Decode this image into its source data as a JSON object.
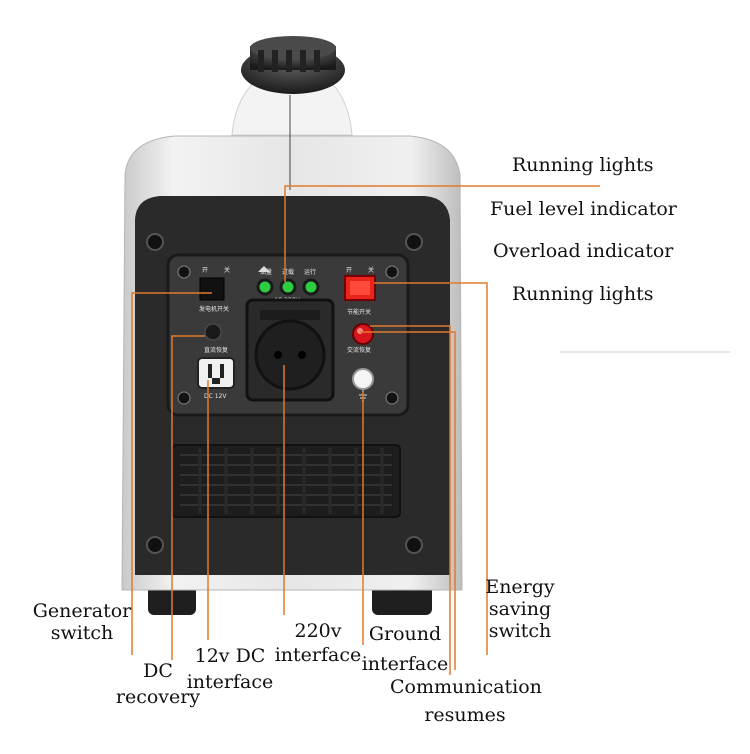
{
  "panel_text": {
    "top_left_a": "开",
    "top_left_b": "关",
    "gen_switch": "发电机开关",
    "led_a": "油量",
    "led_b": "过载",
    "led_c": "运行",
    "ac_voltage": "AC 230V",
    "top_right_a": "开",
    "top_right_b": "关",
    "energy_switch": "节能开关",
    "dc_reset": "直流恢复",
    "ac_reset": "交流恢复",
    "dc_voltage": "DC 12V"
  },
  "callouts": {
    "running_lights_top": "Running lights",
    "fuel_level": "Fuel level indicator",
    "overload": "Overload indicator",
    "running_lights_bottom": "Running lights",
    "generator_switch": [
      "Generator",
      "switch"
    ],
    "dc_recovery": [
      "DC",
      "recovery"
    ],
    "dc_12v": [
      "12v DC",
      "interface"
    ],
    "ac_220v": [
      "220v",
      "interface"
    ],
    "ground": [
      "Ground",
      "interface"
    ],
    "communication": [
      "Communication",
      "resumes"
    ],
    "energy_saving": [
      "Energy",
      "saving",
      "switch"
    ]
  },
  "colors": {
    "leader": "#e07b2e",
    "led_green": "#2ecc40",
    "switch_red": "#e8241c",
    "button_red": "#d8141c",
    "panel": "#3a3a3a",
    "body": "#e4e4e4"
  }
}
